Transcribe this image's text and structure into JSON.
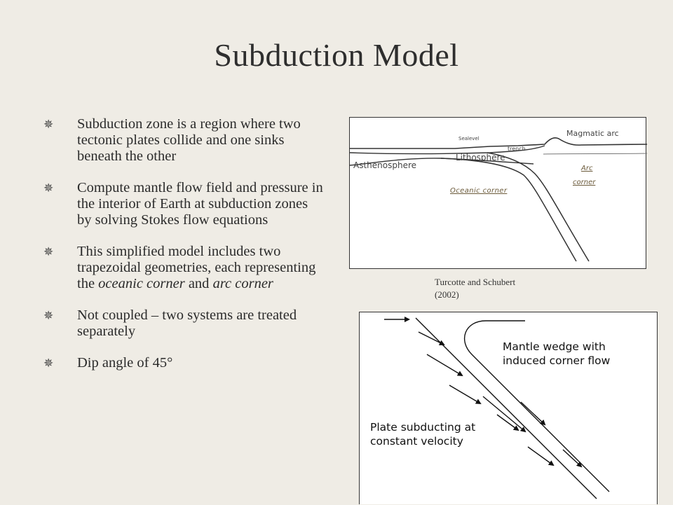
{
  "slide": {
    "title": "Subduction Model",
    "bullets": [
      {
        "text": "Subduction zone is a region where two tectonic plates collide and one sinks beneath the other"
      },
      {
        "text": "Compute mantle flow field and pressure in the interior of Earth at subduction zones by solving Stokes flow equations"
      },
      {
        "text_before": "This simplified model includes two trapezoidal geometries, each representing the ",
        "italic1": "oceanic corner",
        "text_middle": " and ",
        "italic2": "arc corner"
      },
      {
        "text": "Not coupled – two systems are treated separately"
      },
      {
        "text": "Dip angle of 45°"
      }
    ],
    "bullet_icon": "star-bullet-icon"
  },
  "figure1": {
    "labels": {
      "magmatic_arc": "Magmatic arc",
      "sealevel": "Sealevel",
      "trench": "trench",
      "lithosphere": "Lithosphere",
      "asthenosphere": "Asthenosphere",
      "arc_corner_line1": "Arc",
      "arc_corner_line2": "corner",
      "oceanic_corner": "Oceanic corner"
    },
    "caption_line1": "Turcotte and Schubert",
    "caption_line2": "(2002)"
  },
  "figure2": {
    "mantle_label_line1": "Mantle wedge with",
    "mantle_label_line2": "induced corner flow",
    "plate_label_line1": "Plate subducting at",
    "plate_label_line2": "constant velocity"
  }
}
